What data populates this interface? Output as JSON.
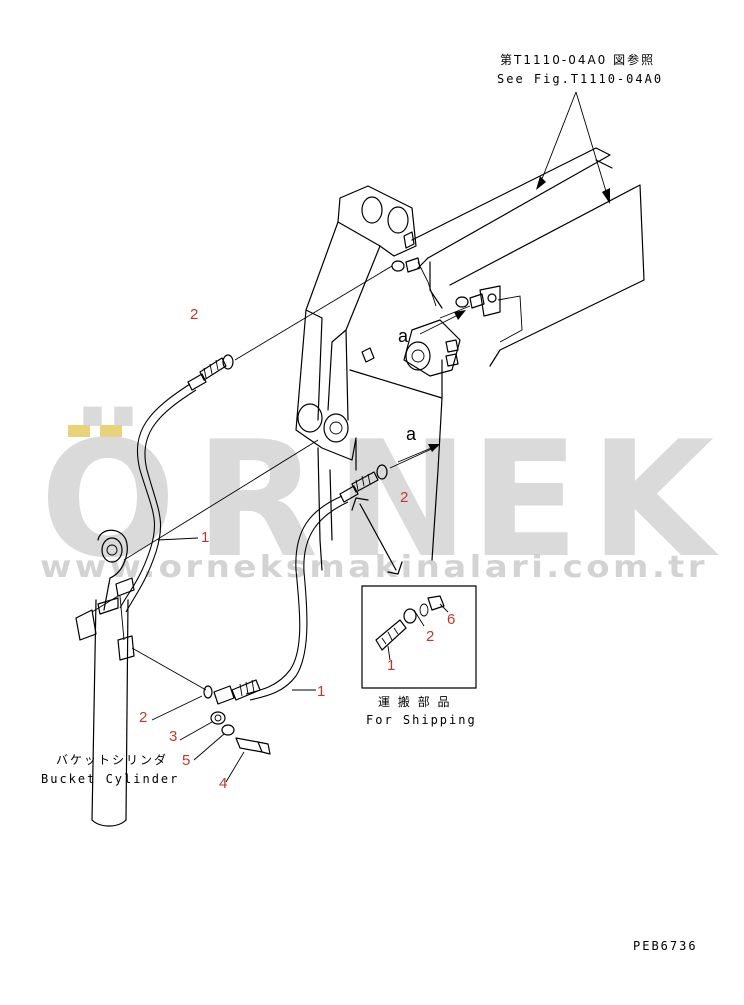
{
  "watermark": {
    "letters": [
      "Ö",
      "R",
      "N",
      "E",
      "K"
    ],
    "url": "www.orneksmakinalari.com.tr",
    "color": "#cfcfcf"
  },
  "refs": {
    "top_jp": "第T1110-04A0 図参照",
    "top_en": "See Fig.T1110-04A0"
  },
  "view_labels": [
    "a",
    "a"
  ],
  "inset": {
    "title_jp": "運 搬 部 品",
    "title_en": "For Shipping"
  },
  "bucket_cylinder": {
    "jp": "バケットシリンダ",
    "en": "Bucket Cylinder"
  },
  "callouts": [
    "2",
    "2",
    "1",
    "1",
    "2",
    "3",
    "5",
    "4",
    "2",
    "6",
    "1"
  ],
  "callout_color": "#c0392b",
  "drawing_code": "PEB6736"
}
